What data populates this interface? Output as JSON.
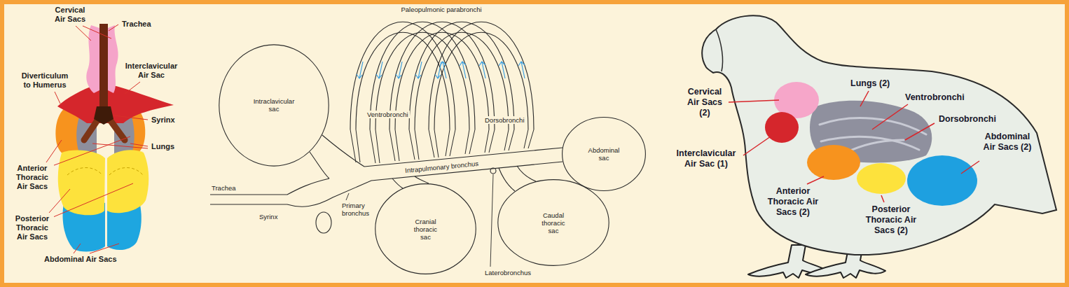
{
  "diagram": {
    "nodes": [
      {
        "text": [
          "Intraclavicular sac"
        ]
      },
      {
        "text": [
          "Cranial thoracic sac"
        ]
      },
      {
        "text": [
          "Caudal thoracic sac"
        ]
      },
      {
        "text": [
          "Abdominal sac"
        ]
      }
    ],
    "labels": [
      "Cervical Air Sacs",
      "Trachea",
      "Interclavicular Air Sac",
      "Diverticulum to Humerus",
      "Syrinx",
      "Lungs",
      "Anterior Thoracic Air Sacs",
      "Posterior Thoracic Air Sacs",
      "Abdominal Air Sacs",
      "Paleopulmonic parabronchi",
      "Ventrobronchi",
      "Dorsobronchi",
      "Intrapulmonary bronchus",
      "Trachea",
      "Syrinx",
      "Primary bronchus",
      "Laterobronchus",
      "Cervical Air Sacs (2)",
      "Lungs (2)",
      "Ventrobronchi",
      "Dorsobronchi",
      "Interclavicular Air Sac (1)",
      "Abdominal Air Sacs (2)",
      "Anterior Thoracic Air Sacs (2)",
      "Posterior Thoracic Air Sacs (2)"
    ]
  }
}
